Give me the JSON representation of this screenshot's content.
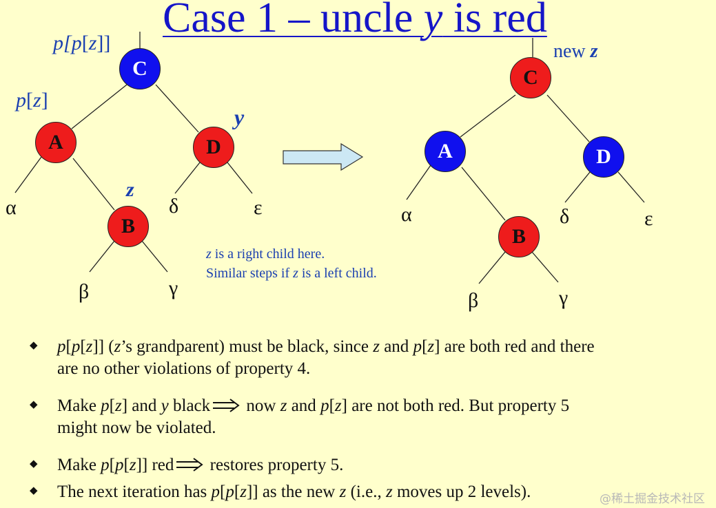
{
  "title": {
    "prefix": "Case 1 – uncle ",
    "var": "y",
    "suffix": " is red"
  },
  "labels": {
    "ppz": {
      "a": "p[",
      "b": "p",
      "c": "[",
      "d": "z",
      "e": "]]"
    },
    "pz": {
      "a": "p",
      "b": "[",
      "c": "z",
      "d": "]"
    },
    "y": "y",
    "z": "z",
    "newz": {
      "a": "new ",
      "b": "z"
    }
  },
  "nodes": {
    "before": {
      "C": "C",
      "A": "A",
      "D": "D",
      "B": "B"
    },
    "after": {
      "C": "C",
      "A": "A",
      "D": "D",
      "B": "B"
    }
  },
  "leaves": {
    "before": {
      "alpha": "α",
      "beta": "β",
      "gamma": "γ",
      "delta": "δ",
      "epsilon": "ε"
    },
    "after": {
      "alpha": "α",
      "beta": "β",
      "gamma": "γ",
      "delta": "δ",
      "epsilon": "ε"
    }
  },
  "colors": {
    "red": "#ee1c1c",
    "black_node": "#1010ee",
    "arrow_fill": "#cce8f4",
    "text_blue": "#1a3fb0",
    "title": "#1515c8",
    "background": "#ffffcc"
  },
  "note": {
    "l1": {
      "z": "z",
      "rest": " is a right child here."
    },
    "l2": {
      "a": "Similar steps if ",
      "z": "z",
      "b": " is a left child."
    }
  },
  "bullet_icon": "diamond-bullet-icon",
  "bullets": {
    "b1": {
      "l1": {
        "t1": "p",
        "t2": "[",
        "t3": "p",
        "t4": "[",
        "t5": "z",
        "t6": "]] (",
        "t7": "z",
        "t8": "’s grandparent) must be black, since ",
        "t9": "z",
        "t10": " and ",
        "t11": "p",
        "t12": "[",
        "t13": "z",
        "t14": "] are both red and there"
      },
      "l2": "are no other violations of property 4."
    },
    "b2": {
      "l1": {
        "t1": "Make ",
        "t2": "p",
        "t3": "[",
        "t4": "z",
        "t5": "] and ",
        "t6": "y",
        "t7": " black",
        "t8": " now ",
        "t9": "z",
        "t10": " and ",
        "t11": "p",
        "t12": "[",
        "t13": "z",
        "t14": "] are not both red. But property 5"
      },
      "l2": "might now be violated."
    },
    "b3": {
      "t1": "Make ",
      "t2": "p",
      "t3": "[",
      "t4": "p",
      "t5": "[",
      "t6": "z",
      "t7": "]] red",
      "t8": " restores property 5."
    },
    "b4": {
      "t1": "The next iteration has ",
      "t2": "p",
      "t3": "[",
      "t4": "p",
      "t5": "[",
      "t6": "z",
      "t7": "]] as the new ",
      "t8": "z",
      "t9": " (i.e., ",
      "t10": "z",
      "t11": " moves up 2 levels)."
    }
  },
  "watermark": "@稀土掘金技术社区"
}
